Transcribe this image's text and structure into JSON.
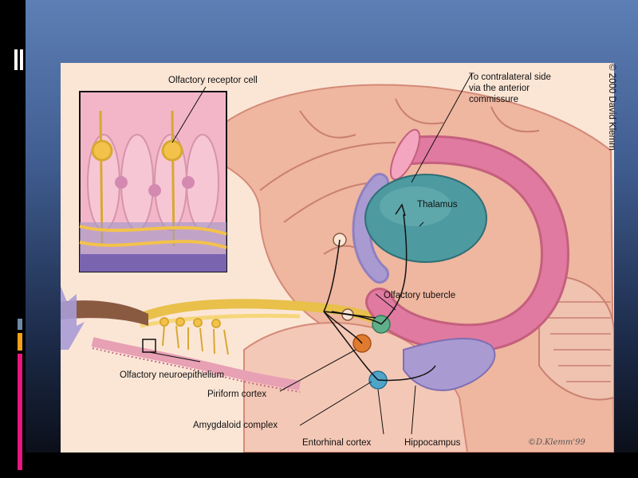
{
  "labels": {
    "olfactory_receptor_cell": "Olfactory receptor cell",
    "to_contralateral": "To contralateral side",
    "via_anterior": "via the anterior",
    "commissure": "commissure",
    "thalamus": "Thalamus",
    "olfactory_tubercle": "Olfactory tubercle",
    "olfactory_neuroepithelium": "Olfactory neuroepithelium",
    "piriform_cortex": "Piriform cortex",
    "amygdaloid_complex": "Amygdaloid complex",
    "entorhinal_cortex": "Entorhinal cortex",
    "hippocampus": "Hippocampus"
  },
  "credit": {
    "vertical": "© 2000 David Klemm",
    "signature": "©D.Klemm'99"
  },
  "colors": {
    "slide_top": "#5d7fb5",
    "slide_bottom": "#07090f",
    "accent_pink": "#e8177f",
    "accent_orange": "#f3a01a",
    "accent_slate": "#6f8aa8",
    "thalamus_teal": "#4d9aa0",
    "fornix_pink": "#e07aa0",
    "hippocampus_lavender": "#a99ad2",
    "nerve_yellow": "#f3c24a"
  }
}
